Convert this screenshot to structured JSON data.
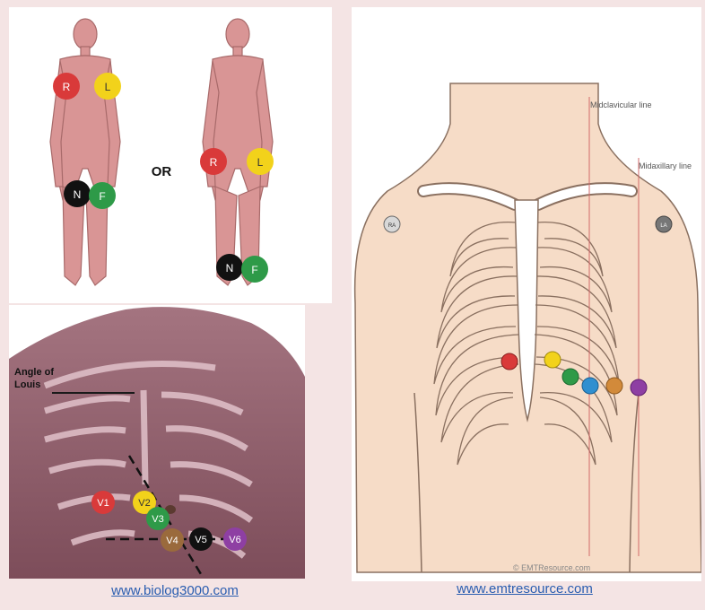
{
  "limb_diagram": {
    "or_label": "OR",
    "electrodes": {
      "r": "R",
      "l": "L",
      "n": "N",
      "f": "F"
    }
  },
  "chest_photo": {
    "angle_label_line1": "Angle of",
    "angle_label_line2": "Louis",
    "electrodes": [
      "V1",
      "V2",
      "V3",
      "V4",
      "V5",
      "V6"
    ]
  },
  "emt_diagram": {
    "midclavicular": "Midclavicular line",
    "midaxillary": "Midaxillary line",
    "left_shoulder": "RA",
    "right_shoulder": "LA",
    "watermark": "© EMTResource.com"
  },
  "captions": {
    "left": "www.biolog3000.com",
    "right": "www.emtresource.com"
  },
  "colors": {
    "red": "#d93a3a",
    "yellow": "#f2d21b",
    "black": "#111111",
    "green": "#2e9a48",
    "brown": "#9a6a3c",
    "purple": "#8e3fa3",
    "blue": "#2f8fd0",
    "orange": "#d28a3a",
    "skin_body": "#d99595",
    "skin_emt": "#f6dcc7"
  }
}
